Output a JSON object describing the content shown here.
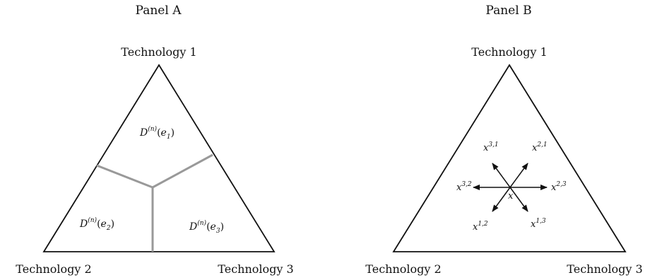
{
  "panel_a": {
    "title": "Panel A",
    "vertex_top": "Technology 1",
    "vertex_left": "Technology 2",
    "vertex_right": "Technology 3",
    "regions": [
      {
        "base": "D",
        "sup": "(n)",
        "arg_base": "e",
        "arg_sub": "1"
      },
      {
        "base": "D",
        "sup": "(n)",
        "arg_base": "e",
        "arg_sub": "2"
      },
      {
        "base": "D",
        "sup": "(n)",
        "arg_base": "e",
        "arg_sub": "3"
      }
    ]
  },
  "panel_b": {
    "title": "Panel B",
    "vertex_top": "Technology 1",
    "vertex_left": "Technology 2",
    "vertex_right": "Technology 3",
    "center_label": "x",
    "vectors": [
      {
        "base": "x",
        "sup": "3,1"
      },
      {
        "base": "x",
        "sup": "2,1"
      },
      {
        "base": "x",
        "sup": "3,2"
      },
      {
        "base": "x",
        "sup": "2,3"
      },
      {
        "base": "x",
        "sup": "1,2"
      },
      {
        "base": "x",
        "sup": "1,3"
      }
    ]
  },
  "colors": {
    "outline": "#111111",
    "boundary": "#999999"
  }
}
